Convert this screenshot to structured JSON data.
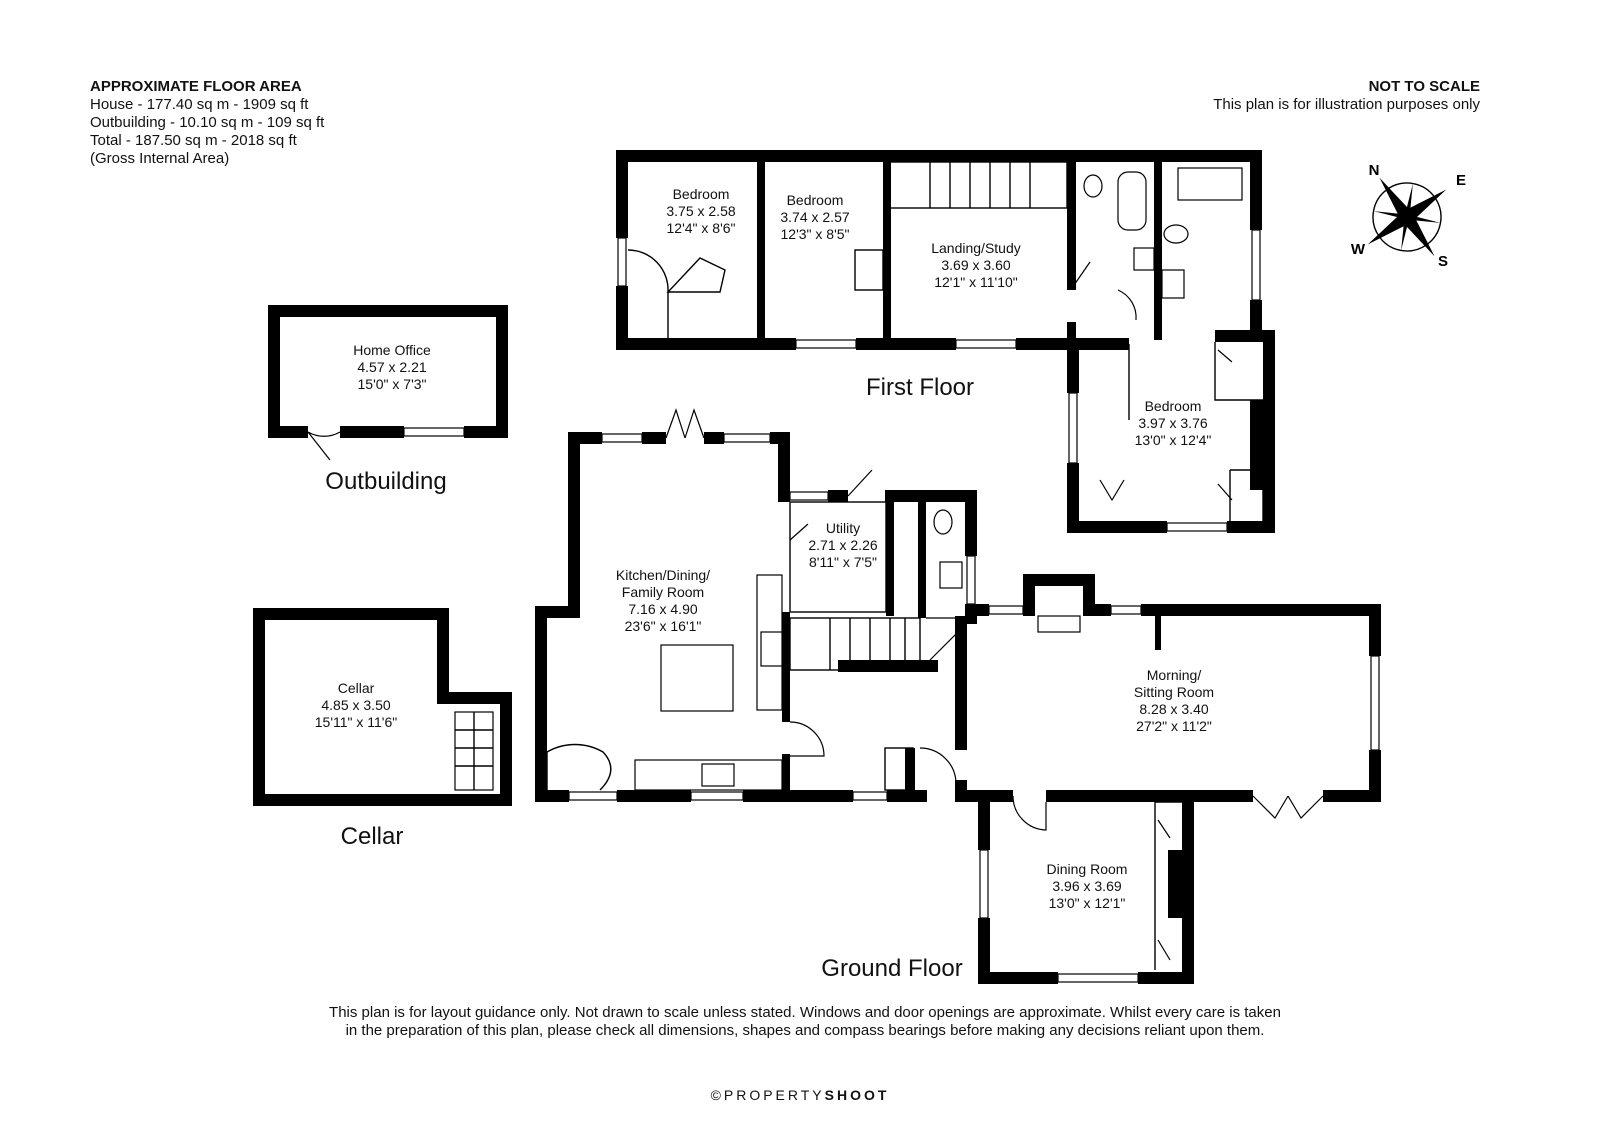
{
  "header": {
    "area_title": "APPROXIMATE FLOOR AREA",
    "area_lines": [
      "House - 177.40 sq m - 1909 sq ft",
      "Outbuilding - 10.10 sq m - 109 sq ft",
      "Total - 187.50 sq m - 2018 sq ft",
      "(Gross Internal Area)"
    ],
    "scale_title": "NOT TO SCALE",
    "scale_note": "This plan is for illustration purposes only"
  },
  "compass": {
    "labels": [
      "N",
      "E",
      "S",
      "W"
    ]
  },
  "floors": {
    "first": "First Floor",
    "ground": "Ground Floor",
    "outbuilding": "Outbuilding",
    "cellar": "Cellar"
  },
  "rooms": {
    "bedroom_1": [
      "Bedroom",
      "3.75 x 2.58",
      "12'4\" x 8'6\""
    ],
    "bedroom_2": [
      "Bedroom",
      "3.74 x 2.57",
      "12'3\" x 8'5\""
    ],
    "landing": [
      "Landing/Study",
      "3.69 x 3.60",
      "12'1\" x 11'10\""
    ],
    "bedroom_3": [
      "Bedroom",
      "3.97 x 3.76",
      "13'0\" x 12'4\""
    ],
    "home_office": [
      "Home Office",
      "4.57 x 2.21",
      "15'0\" x 7'3\""
    ],
    "utility": [
      "Utility",
      "2.71 x 2.26",
      "8'11\" x 7'5\""
    ],
    "kitchen": [
      "Kitchen/Dining/",
      "Family Room",
      "7.16 x 4.90",
      "23'6\" x 16'1\""
    ],
    "cellar": [
      "Cellar",
      "4.85 x 3.50",
      "15'11\" x 11'6\""
    ],
    "morning": [
      "Morning/",
      "Sitting Room",
      "8.28 x 3.40",
      "27'2\" x 11'2\""
    ],
    "dining": [
      "Dining Room",
      "3.96 x 3.69",
      "13'0\" x 12'1\""
    ]
  },
  "footer": {
    "disclaimer_1": "This plan is for layout guidance only. Not drawn to scale unless stated. Windows and door openings are approximate. Whilst every care is taken",
    "disclaimer_2": "in the preparation of this plan, please check all dimensions, shapes and compass bearings before making any decisions reliant upon them.",
    "brand_prefix": "©PROPERTY",
    "brand_suffix": "SHOOT"
  }
}
